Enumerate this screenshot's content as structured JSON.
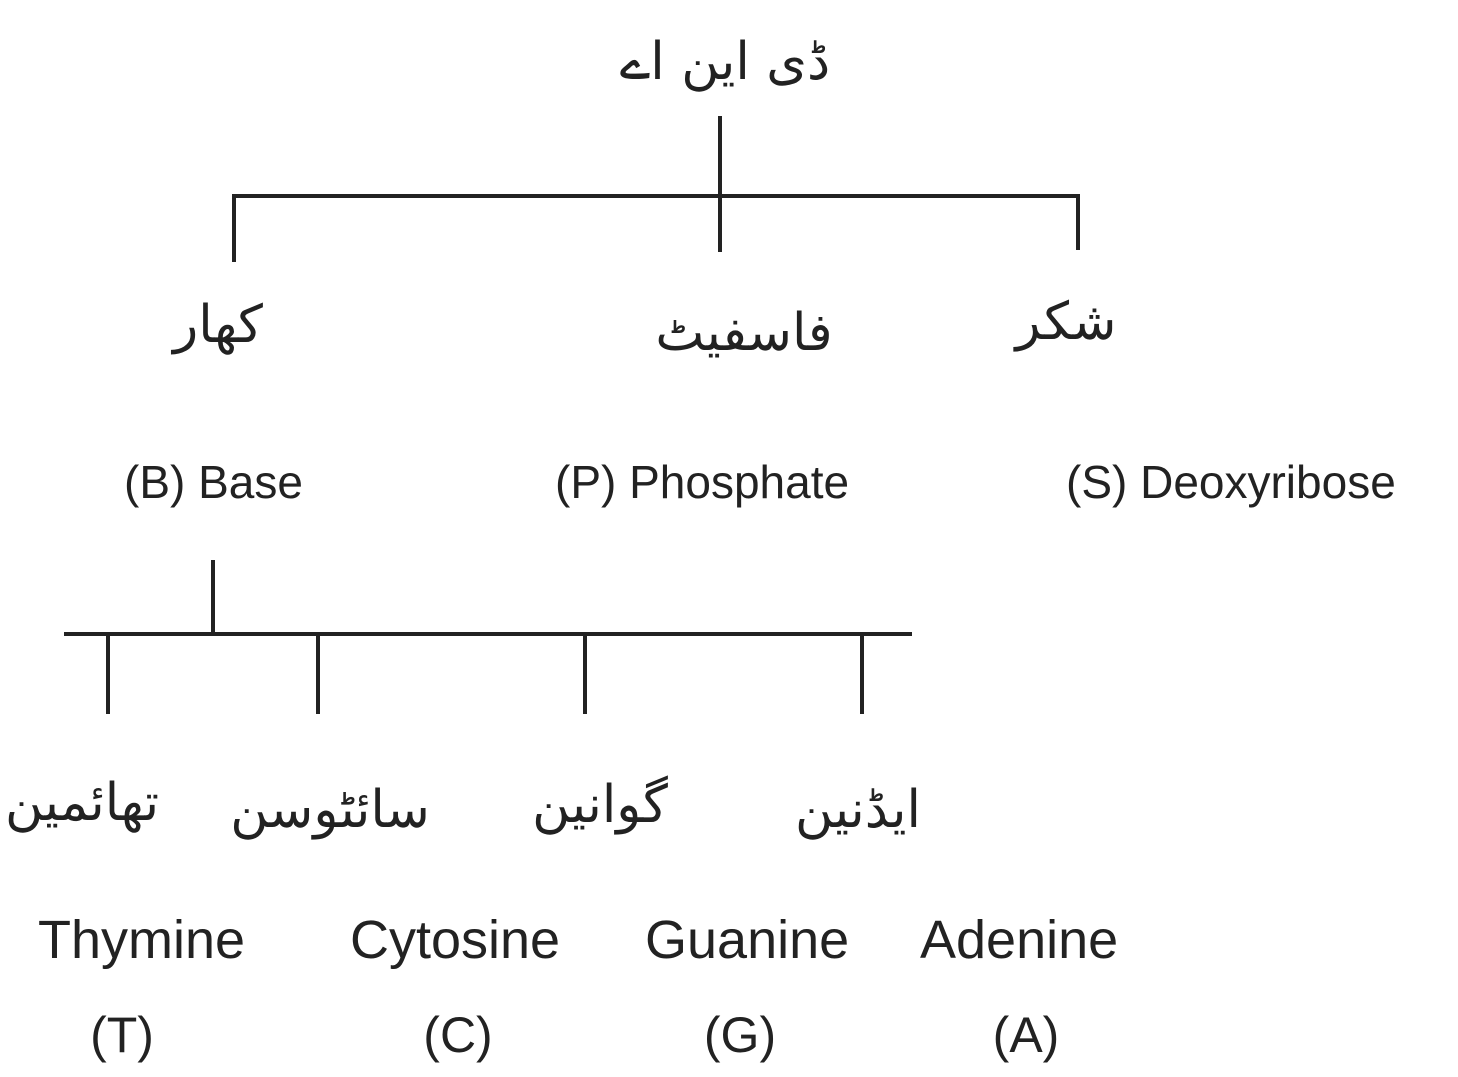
{
  "root": {
    "urdu": "ڈی این اے"
  },
  "components": [
    {
      "id": "base",
      "urdu": "کھار",
      "english": "(B) Base"
    },
    {
      "id": "phosphate",
      "urdu": "فاسفیٹ",
      "english": "(P) Phosphate"
    },
    {
      "id": "sugar",
      "urdu": "شکر",
      "english": "(S) Deoxyribose"
    }
  ],
  "bases": [
    {
      "id": "thymine",
      "urdu": "تھائمین",
      "english": "Thymine",
      "code": "(T)"
    },
    {
      "id": "cytosine",
      "urdu": "سائٹوسن",
      "english": "Cytosine",
      "code": "(C)"
    },
    {
      "id": "guanine",
      "urdu": "گوانین",
      "english": "Guanine",
      "code": "(G)"
    },
    {
      "id": "adenine",
      "urdu": "ایڈنین",
      "english": "Adenine",
      "code": "(A)"
    }
  ]
}
